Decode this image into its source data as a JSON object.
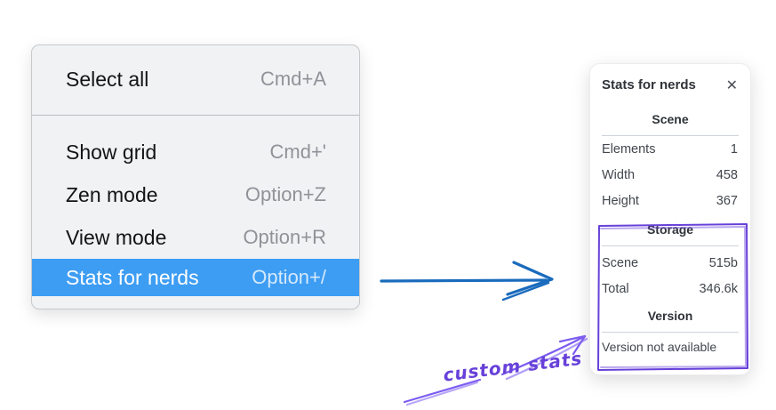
{
  "menu": {
    "items": [
      {
        "label": "Select all",
        "shortcut": "Cmd+A",
        "selected": false
      },
      {
        "label": "Show grid",
        "shortcut": "Cmd+'",
        "selected": false
      },
      {
        "label": "Zen mode",
        "shortcut": "Option+Z",
        "selected": false
      },
      {
        "label": "View mode",
        "shortcut": "Option+R",
        "selected": false
      },
      {
        "label": "Stats for nerds",
        "shortcut": "Option+/",
        "selected": true
      }
    ]
  },
  "stats_panel": {
    "title": "Stats for nerds",
    "close_icon": "✕",
    "sections": [
      {
        "header": "Scene",
        "rows": [
          {
            "label": "Elements",
            "value": "1"
          },
          {
            "label": "Width",
            "value": "458"
          },
          {
            "label": "Height",
            "value": "367"
          }
        ]
      },
      {
        "header": "Storage",
        "rows": [
          {
            "label": "Scene",
            "value": "515b"
          },
          {
            "label": "Total",
            "value": "346.6k"
          }
        ]
      },
      {
        "header": "Version",
        "note": "Version not available"
      }
    ]
  },
  "annotations": {
    "custom_stats_label": "custom stats"
  },
  "colors": {
    "menu_highlight": "#3d9df3",
    "arrow_blue": "#1a6bbd",
    "annotation_purple": "#6741d9",
    "annotation_purple_light": "#7c5cf0"
  }
}
